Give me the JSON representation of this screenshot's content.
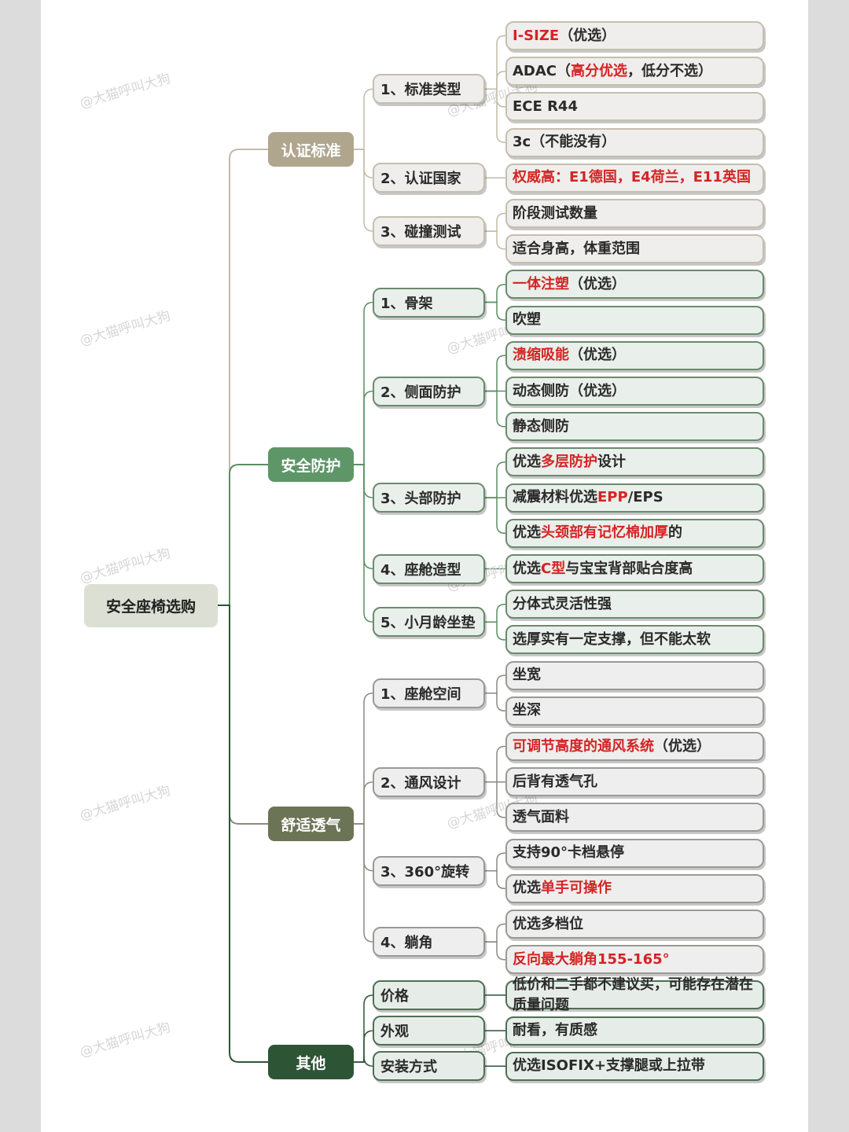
{
  "root": "安全座椅选购",
  "watermark": "@大猫呼叫大狗",
  "colors": {
    "red": "#d42424"
  },
  "categories": [
    {
      "label": "认证标准",
      "color": "#b0a68e",
      "subs": [
        {
          "label": "1、标准类型",
          "leaves": [
            [
              {
                "t": "I-SIZE",
                "red": true
              },
              {
                "t": "（优选）"
              }
            ],
            [
              {
                "t": "ADAC（"
              },
              {
                "t": "高分优选",
                "red": true
              },
              {
                "t": "，低分不选）"
              }
            ],
            [
              {
                "t": "ECE R44"
              }
            ],
            [
              {
                "t": "3c（不能没有）"
              }
            ]
          ]
        },
        {
          "label": "2、认证国家",
          "leaves": [
            [
              {
                "t": "权威高：E1德国，E4荷兰，E11英国",
                "red": true
              }
            ]
          ]
        },
        {
          "label": "3、碰撞测试",
          "leaves": [
            [
              {
                "t": "阶段测试数量"
              }
            ],
            [
              {
                "t": "适合身高，体重范围"
              }
            ]
          ]
        }
      ]
    },
    {
      "label": "安全防护",
      "color": "#5e9667",
      "subs": [
        {
          "label": "1、骨架",
          "leaves": [
            [
              {
                "t": "一体注塑",
                "red": true
              },
              {
                "t": "（优选）"
              }
            ],
            [
              {
                "t": "吹塑"
              }
            ]
          ]
        },
        {
          "label": "2、侧面防护",
          "leaves": [
            [
              {
                "t": "溃缩吸能",
                "red": true
              },
              {
                "t": "（优选）"
              }
            ],
            [
              {
                "t": "动态侧防（优选）"
              }
            ],
            [
              {
                "t": "静态侧防"
              }
            ]
          ]
        },
        {
          "label": "3、头部防护",
          "leaves": [
            [
              {
                "t": "优选"
              },
              {
                "t": "多层防护",
                "red": true
              },
              {
                "t": "设计"
              }
            ],
            [
              {
                "t": "减震材料优选"
              },
              {
                "t": "EPP",
                "red": true
              },
              {
                "t": "/EPS"
              }
            ],
            [
              {
                "t": "优选"
              },
              {
                "t": "头颈部有记忆棉加厚",
                "red": true
              },
              {
                "t": "的"
              }
            ]
          ]
        },
        {
          "label": "4、座舱造型",
          "leaves": [
            [
              {
                "t": "优选"
              },
              {
                "t": "C型",
                "red": true
              },
              {
                "t": "与宝宝背部贴合度高"
              }
            ]
          ]
        },
        {
          "label": "5、小月龄坐垫",
          "leaves": [
            [
              {
                "t": "分体式灵活性强"
              }
            ],
            [
              {
                "t": "选厚实有一定支撑，但不能太软"
              }
            ]
          ]
        }
      ]
    },
    {
      "label": "舒适透气",
      "color": "#6b7455",
      "subs": [
        {
          "label": "1、座舱空间",
          "leaves": [
            [
              {
                "t": "坐宽"
              }
            ],
            [
              {
                "t": "坐深"
              }
            ]
          ]
        },
        {
          "label": "2、通风设计",
          "leaves": [
            [
              {
                "t": "可调节高度的通风系统",
                "red": true
              },
              {
                "t": "（优选）"
              }
            ],
            [
              {
                "t": "后背有透气孔"
              }
            ],
            [
              {
                "t": "透气面料"
              }
            ]
          ]
        },
        {
          "label": "3、360°旋转",
          "leaves": [
            [
              {
                "t": "支持90°卡档悬停"
              }
            ],
            [
              {
                "t": "优选"
              },
              {
                "t": "单手可操作",
                "red": true
              }
            ]
          ]
        },
        {
          "label": "4、躺角",
          "leaves": [
            [
              {
                "t": "优选多档位"
              }
            ],
            [
              {
                "t": "反向最大躺角155-165°",
                "red": true
              }
            ]
          ]
        }
      ]
    },
    {
      "label": "其他",
      "color": "#2d5535",
      "subs": [
        {
          "label": "价格",
          "leaves": [
            [
              {
                "t": "低价和二手都不建议买，可能存在潜在质量问题"
              }
            ]
          ]
        },
        {
          "label": "外观",
          "leaves": [
            [
              {
                "t": "耐看，有质感"
              }
            ]
          ]
        },
        {
          "label": "安装方式",
          "leaves": [
            [
              {
                "t": "优选ISOFIX+支撑腿或上拉带"
              }
            ]
          ]
        }
      ]
    }
  ]
}
